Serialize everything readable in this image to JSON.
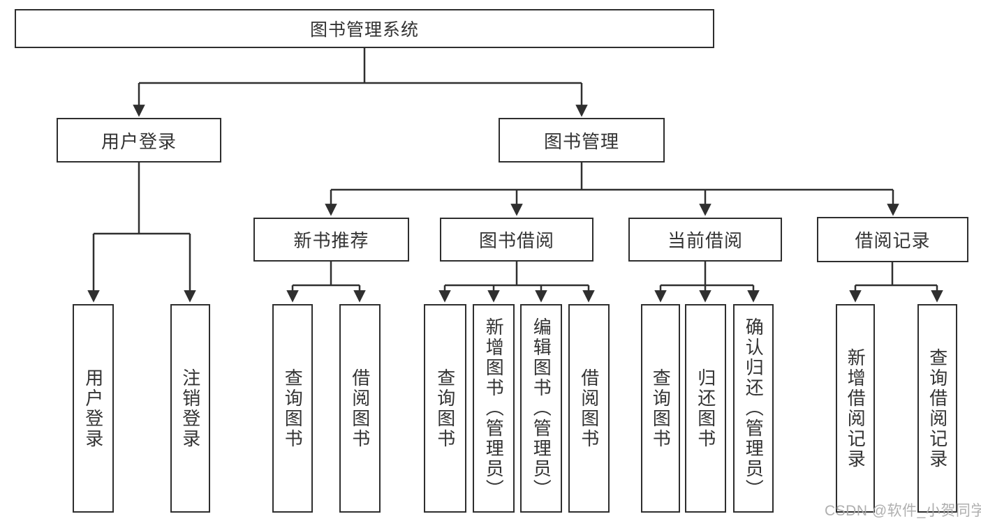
{
  "tree": {
    "root": "图书管理系统",
    "branches": {
      "user_login": "用户登录",
      "book_management": "图书管理"
    },
    "modules": {
      "new_book_recommend": "新书推荐",
      "book_borrow": "图书借阅",
      "current_borrow": "当前借阅",
      "borrow_records": "借阅记录"
    },
    "leaves": {
      "user_login": "用户登录",
      "logout": "注销登录",
      "nb_query_books": "查询图书",
      "nb_borrow_books": "借阅图书",
      "bb_query_books": "查询图书",
      "bb_add_books_admin": "新增图书（管理员）",
      "bb_edit_books_admin": "编辑图书（管理员）",
      "bb_borrow_books": "借阅图书",
      "cb_query_books": "查询图书",
      "cb_return_books": "归还图书",
      "cb_confirm_return_admin": "确认归还（管理员）",
      "br_add_record": "新增借阅记录",
      "br_query_record": "查询借阅记录"
    }
  },
  "watermark": {
    "text": "CSDN @软件_小贺同学"
  },
  "colors": {
    "line": "#2f2f2f",
    "border": "#2e2e2e",
    "text": "#333333",
    "background": "#ffffff",
    "watermark": "#a8a8a8"
  }
}
